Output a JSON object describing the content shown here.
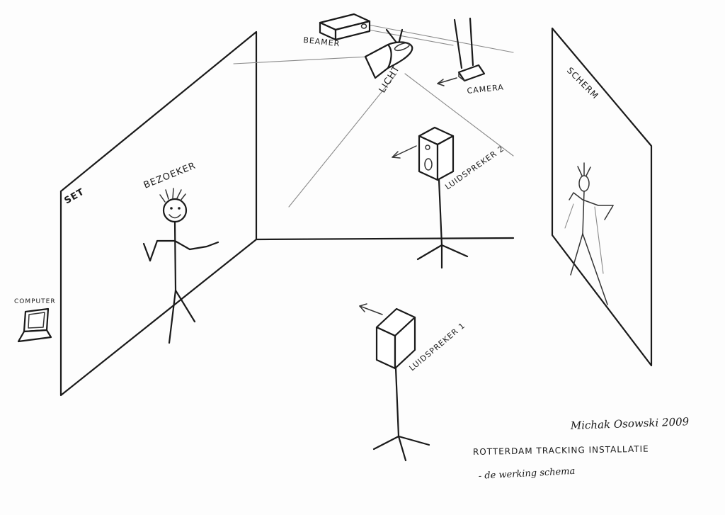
{
  "labels": {
    "beamer": "BEAMER",
    "licht": "LICHT",
    "camera": "CAMERA",
    "scherm": "SCHERM",
    "set": "SET",
    "bezoeker": "BEZOEKER",
    "luidspreker2": "LUIDSPREKER 2",
    "luidspreker1": "LUIDSPREKER 1",
    "computer": "COMPUTER"
  },
  "credits": {
    "author_year": "Michak Osowski 2009",
    "title": "ROTTERDAM TRACKING INSTALLATIE",
    "subtitle": "- de werking schema"
  },
  "colors": {
    "ink": "#1a1a1a",
    "pencil": "#8a8a8a",
    "paper": "#fdfdfd"
  },
  "icons": {
    "projector": "beamer-icon",
    "spotlight": "spotlight-icon",
    "camera": "camera-icon",
    "speaker": "speaker-icon",
    "laptop": "laptop-icon",
    "person": "stick-figure-icon"
  }
}
